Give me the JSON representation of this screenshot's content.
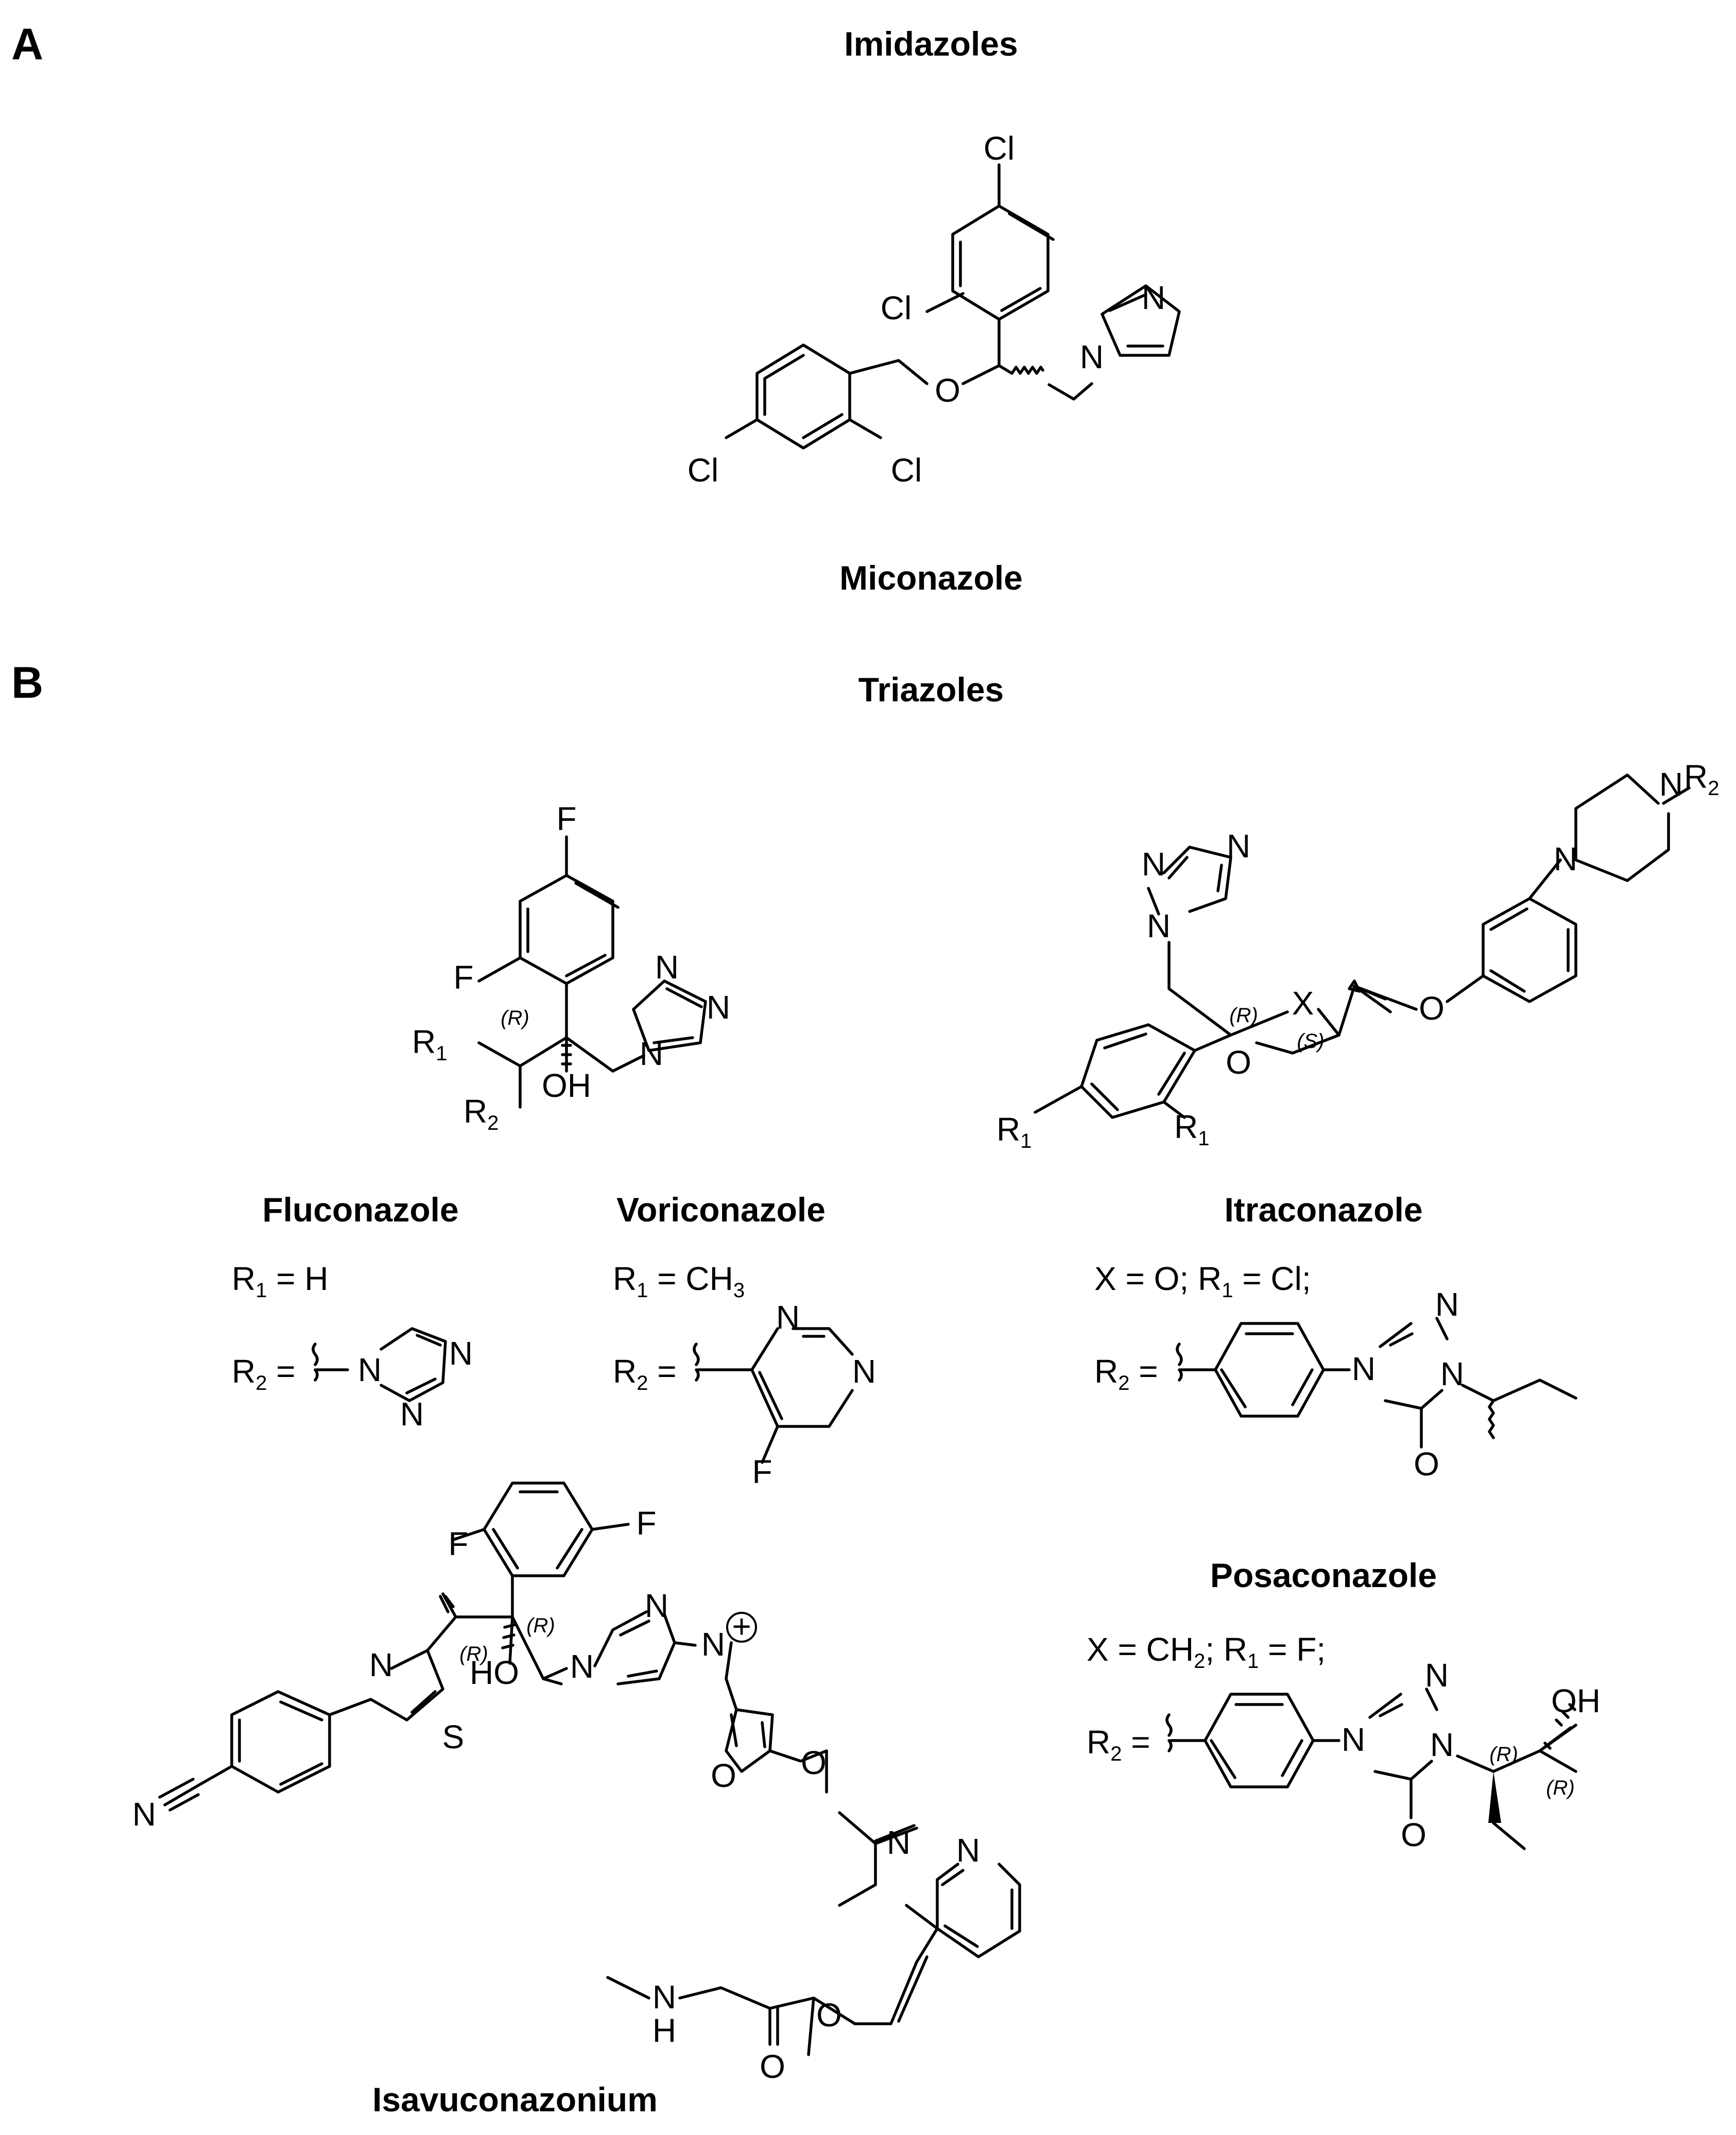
{
  "panels": {
    "a": {
      "letter": "A",
      "heading": "Imidazoles"
    },
    "b": {
      "letter": "B",
      "heading": "Triazoles"
    }
  },
  "compounds": {
    "miconazole": {
      "name": "Miconazole",
      "atoms": {
        "cl_top": "Cl",
        "cl_ortho": "Cl",
        "n_ring": "N",
        "n_link": "N",
        "o_ether": "O",
        "cl_left": "Cl",
        "cl_right": "Cl"
      }
    },
    "fluconazole_core": {
      "atoms": {
        "f_top": "F",
        "f_ortho": "F",
        "n1": "N",
        "n2": "N",
        "n4": "N",
        "r1": "R",
        "r1_sub": "1",
        "r2": "R",
        "r2_sub": "2",
        "oh": "OH"
      },
      "stereo": "(R)"
    },
    "fluconazole": {
      "name": "Fluconazole",
      "r1_label": "R",
      "r1_sub": "1",
      "r1_value": " = H",
      "r2_label": "R",
      "r2_sub": "2",
      "r2_eq": " =",
      "atoms": {
        "n1": "N",
        "n2": "N",
        "n3": "N"
      }
    },
    "voriconazole": {
      "name": "Voriconazole",
      "r1_label": "R",
      "r1_sub": "1",
      "r1_value": " = CH",
      "r1_value_sub": "3",
      "r2_label": "R",
      "r2_sub": "2",
      "r2_eq": " =",
      "atoms": {
        "n1": "N",
        "n2": "N",
        "f": "F"
      }
    },
    "itraconazole_core": {
      "atoms": {
        "n_t1": "N",
        "n_t2": "N",
        "n_t3": "N",
        "x": "X",
        "o_ring": "O",
        "o_ether": "O",
        "n_p1": "N",
        "n_p2": "N",
        "r2": "R",
        "r2_sub": "2",
        "r1a": "R",
        "r1a_sub": "1",
        "r1b": "R",
        "r1b_sub": "1"
      },
      "stereo_s": "(S)",
      "stereo_r": "(R)"
    },
    "itraconazole": {
      "name": "Itraconazole",
      "def_line": {
        "a": "X = O; R",
        "a_sub": "1",
        "b": " = Cl;"
      },
      "r2_label": "R",
      "r2_sub": "2",
      "r2_eq": " =",
      "atoms": {
        "n4": "N",
        "n1": "N",
        "n2": "N",
        "o": "O"
      }
    },
    "posaconazole": {
      "name": "Posaconazole",
      "def_line": {
        "a": "X = CH",
        "a_sub": "2",
        "b": "; R",
        "b_sub": "1",
        "c": " = F;"
      },
      "r2_label": "R",
      "r2_sub": "2",
      "r2_eq": " =",
      "atoms": {
        "n4": "N",
        "n1": "N",
        "n2": "N",
        "o": "O",
        "oh": "OH"
      },
      "stereo_1": "(R)",
      "stereo_2": "(R)"
    },
    "isavuconazonium": {
      "name": "Isavuconazonium",
      "atoms": {
        "f1": "F",
        "f2": "F",
        "ho": "HO",
        "n_t1": "N",
        "n_t2": "N",
        "n_plus": "N",
        "plus": "+",
        "n_thz": "N",
        "s": "S",
        "n_cn": "N",
        "o1": "O",
        "o2": "O",
        "n_me": "N",
        "n_py": "N",
        "o3": "O",
        "o4": "O",
        "n_h": "N",
        "h": "H"
      },
      "stereo_1": "(R)",
      "stereo_2": "(R)"
    }
  }
}
